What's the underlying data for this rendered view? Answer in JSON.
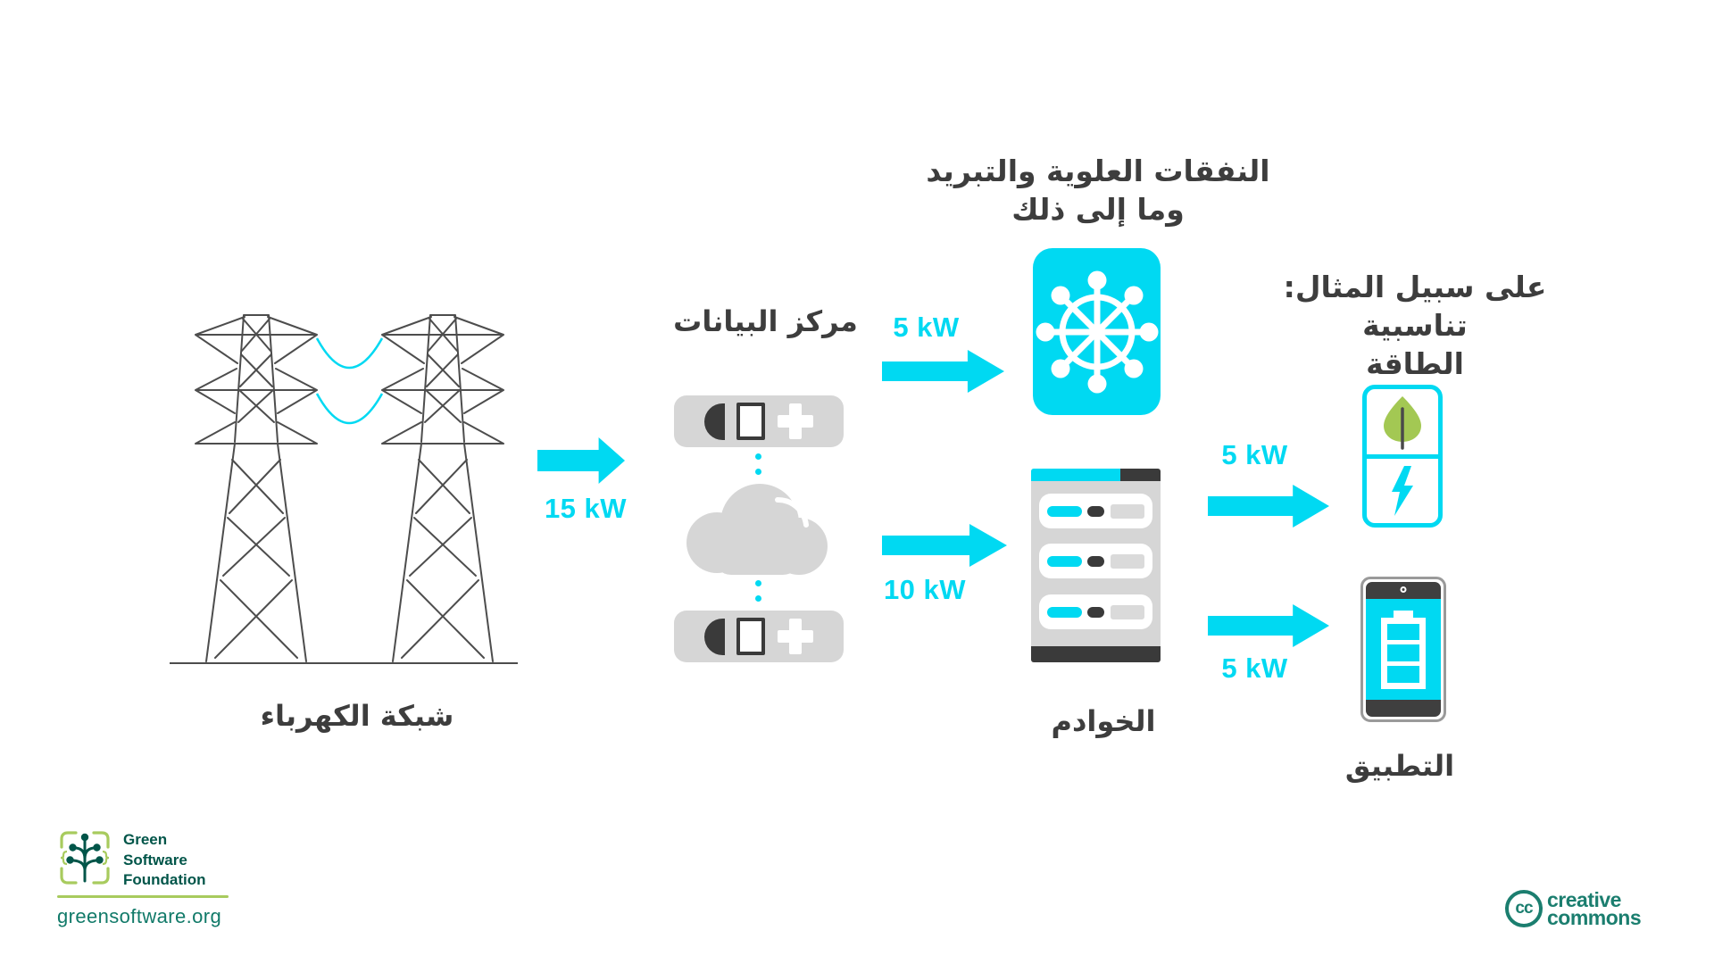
{
  "colors": {
    "cyan": "#00d9f2",
    "text_dark": "#3d3d3d",
    "icon_gray": "#d6d6d6",
    "dark": "#3a3a3a",
    "leaf_green": "#a3c853",
    "stem_gray": "#4a4a4a",
    "pylon_gray": "#4d4d4d",
    "gsf_dark_teal": "#015549",
    "gsf_light_green": "#a8cb5e",
    "gsf_url_teal": "#117a69",
    "cc_teal": "#1b7e6f"
  },
  "headings": {
    "overhead_cooling": {
      "line1": "النفقات العلوية والتبريد",
      "line2": "وما إلى ذلك"
    },
    "energy_proportionality": {
      "line1": "على سبيل المثال: تناسبية",
      "line2": "الطاقة"
    }
  },
  "labels": {
    "grid": "شبكة الكهرباء",
    "datacenter": "مركز البيانات",
    "servers": "الخوادم",
    "application": "التطبيق"
  },
  "flows": {
    "grid_to_datacenter": "15 kW",
    "datacenter_to_cooling": "5 kW",
    "datacenter_to_servers": "10 kW",
    "servers_to_energy": "5 kW",
    "servers_to_app": "5 kW"
  },
  "icons": {
    "grid": "transmission-towers-icon",
    "datacenter": [
      "rack-unit-icon",
      "cloud-icon",
      "rack-unit-icon"
    ],
    "cooling": "fan-wheel-icon",
    "servers": "server-rack-icon",
    "energy": [
      "leaf-icon",
      "lightning-icon"
    ],
    "application": "phone-battery-icon"
  },
  "footer": {
    "gsf": {
      "name_line1": "Green",
      "name_line2": "Software",
      "name_line3": "Foundation",
      "url": "greensoftware.org"
    },
    "cc": {
      "abbr": "cc",
      "line1": "creative",
      "line2": "commons"
    }
  }
}
